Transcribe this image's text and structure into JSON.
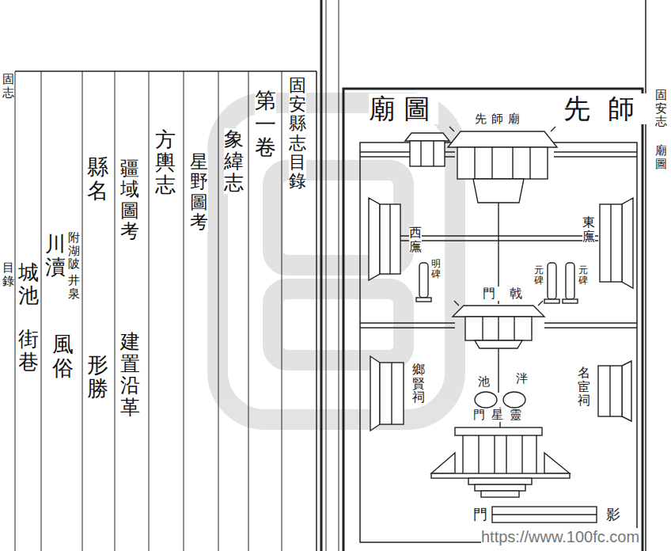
{
  "diagram": {
    "labels": [
      "固志",
      "目錄",
      "固安縣志目錄",
      "第一卷",
      "象緯志",
      "星野圖考",
      "方輿志",
      "疆域圖考",
      "建置沿革",
      "縣名",
      "形勝",
      "川瀆",
      "附湖陂",
      "井泉",
      "風俗",
      "城池",
      "街巷",
      "先師",
      "廟圖",
      "固安志",
      "廟圖",
      "先師廟",
      "西廡",
      "東廡",
      "明碑",
      "元碑",
      "元碑",
      "戟門",
      "鄉賢祠",
      "名宦祠",
      "泮",
      "池",
      "靈星門",
      "影",
      "門",
      "https://www.100fc.com"
    ]
  }
}
